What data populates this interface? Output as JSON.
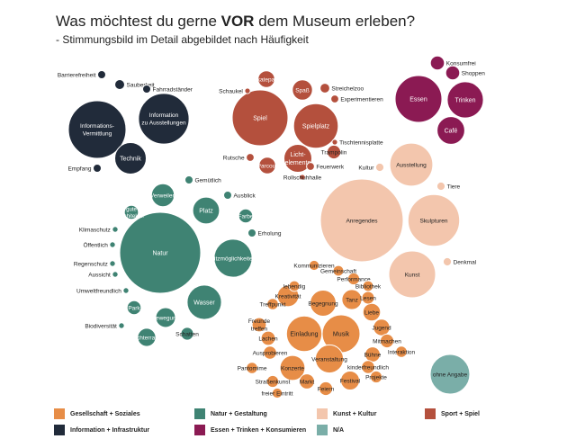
{
  "title": {
    "pre": "Was möchtest du gerne ",
    "strong": "VOR",
    "post": " dem Museum erleben?"
  },
  "subtitle": "- Stimmungsbild im Detail abgebildet nach Häufigkeit",
  "colors": {
    "gesellschaft": "#e78d47",
    "natur": "#3f8373",
    "kunst": "#f3c6ad",
    "sport": "#b4503d",
    "info": "#212b3a",
    "essen": "#8b1a53",
    "na": "#7aaea8"
  },
  "legend": [
    {
      "key": "gesellschaft",
      "label": "Gesellschaft + Soziales"
    },
    {
      "key": "natur",
      "label": "Natur + Gestaltung"
    },
    {
      "key": "kunst",
      "label": "Kunst + Kultur"
    },
    {
      "key": "sport",
      "label": "Sport + Spiel"
    },
    {
      "key": "info",
      "label": "Information + Infrastruktur"
    },
    {
      "key": "essen",
      "label": "Essen + Trinken + Konsumieren"
    },
    {
      "key": "na",
      "label": "N/A"
    }
  ],
  "chart_data": {
    "type": "bubble",
    "title": "Was möchtest du gerne VOR dem Museum erleben?",
    "subtitle": "- Stimmungsbild im Detail abgebildet nach Häufigkeit",
    "series": [
      {
        "name": "Information + Infrastruktur",
        "key": "info",
        "bubbles": [
          {
            "label": "Informations-\nVermittlung",
            "size": 100
          },
          {
            "label": "Information\nzu Ausstellungen",
            "size": 77
          },
          {
            "label": "Technik",
            "size": 30
          },
          {
            "label": "Sauberkeit",
            "size": 3
          },
          {
            "label": "Barrierefreiheit",
            "size": 2
          },
          {
            "label": "Fahrradständer",
            "size": 2
          },
          {
            "label": "Empfang",
            "size": 2
          }
        ]
      },
      {
        "name": "Sport + Spiel",
        "key": "sport",
        "bubbles": [
          {
            "label": "Spiel",
            "size": 100
          },
          {
            "label": "Spielplatz",
            "size": 64
          },
          {
            "label": "Licht-\nelemente",
            "size": 25
          },
          {
            "label": "Spaß",
            "size": 13
          },
          {
            "label": "Skatepark",
            "size": 9
          },
          {
            "label": "Parcour",
            "size": 9
          },
          {
            "label": "Trampolin",
            "size": 6
          },
          {
            "label": "Streichelzoo",
            "size": 3
          },
          {
            "label": "Rutsche",
            "size": 2
          },
          {
            "label": "Feuerwerk",
            "size": 2
          },
          {
            "label": "Experimentieren",
            "size": 2
          },
          {
            "label": "Tischtennisplatte",
            "size": 1
          },
          {
            "label": "Rollschuhhalle",
            "size": 1
          },
          {
            "label": "Schaukel",
            "size": 1
          }
        ]
      },
      {
        "name": "Essen + Trinken + Konsumieren",
        "key": "essen",
        "bubbles": [
          {
            "label": "Essen",
            "size": 100
          },
          {
            "label": "Trinken",
            "size": 60
          },
          {
            "label": "Café",
            "size": 35
          },
          {
            "label": "Konsumfrei",
            "size": 9
          },
          {
            "label": "Shoppen",
            "size": 9
          }
        ]
      },
      {
        "name": "Natur + Gestaltung",
        "key": "natur",
        "bubbles": [
          {
            "label": "Natur",
            "size": 100
          },
          {
            "label": "Sitzmöglichkeiten",
            "size": 22
          },
          {
            "label": "Wasser",
            "size": 18
          },
          {
            "label": "Platz",
            "size": 11
          },
          {
            "label": "Verweilen",
            "size": 8
          },
          {
            "label": "Bewegung",
            "size": 6
          },
          {
            "label": "Dachterrasse",
            "size": 5
          },
          {
            "label": "gute\nArchitektur",
            "size": 3
          },
          {
            "label": "Park",
            "size": 3
          },
          {
            "label": "Farbe",
            "size": 3
          },
          {
            "label": "Schatten",
            "size": 2.5
          },
          {
            "label": "Gemütlich",
            "size": 1
          },
          {
            "label": "Ausblick",
            "size": 1
          },
          {
            "label": "Erholung",
            "size": 1
          },
          {
            "label": "Klimaschutz",
            "size": 0.5
          },
          {
            "label": "Öffentlich",
            "size": 0.5
          },
          {
            "label": "Regenschutz",
            "size": 0.5
          },
          {
            "label": "Aussicht",
            "size": 0.5
          },
          {
            "label": "Umweltfreundlich",
            "size": 0.5
          },
          {
            "label": "Biodiversität",
            "size": 0.5
          }
        ]
      },
      {
        "name": "Kunst + Kultur",
        "key": "kunst",
        "bubbles": [
          {
            "label": "Anregendes",
            "size": 100
          },
          {
            "label": "Skulpturen",
            "size": 39
          },
          {
            "label": "Kunst",
            "size": 32
          },
          {
            "label": "Ausstellung",
            "size": 27
          },
          {
            "label": "Kultur",
            "size": 1
          },
          {
            "label": "Tiere",
            "size": 1
          },
          {
            "label": "Denkmal",
            "size": 1
          }
        ]
      },
      {
        "name": "Gesellschaft + Soziales",
        "key": "gesellschaft",
        "bubbles": [
          {
            "label": "Musik",
            "size": 100
          },
          {
            "label": "Einladung",
            "size": 88
          },
          {
            "label": "Veranstaltung",
            "size": 55
          },
          {
            "label": "Begegnung",
            "size": 48
          },
          {
            "label": "Konzerte",
            "size": 44
          },
          {
            "label": "Kreativität",
            "size": 32
          },
          {
            "label": "Tanz",
            "size": 28
          },
          {
            "label": "Festival",
            "size": 25
          },
          {
            "label": "Liebe",
            "size": 22
          },
          {
            "label": "Jugend",
            "size": 19
          },
          {
            "label": "Markt",
            "size": 16
          },
          {
            "label": "Bühne",
            "size": 16
          },
          {
            "label": "Lachen",
            "size": 14
          },
          {
            "label": "Freunde\ntreffen",
            "size": 14
          },
          {
            "label": "Mitmachen",
            "size": 13
          },
          {
            "label": "Feiern",
            "size": 13
          },
          {
            "label": "kinderfreundlich",
            "size": 12
          },
          {
            "label": "Ausprobieren",
            "size": 12
          },
          {
            "label": "Lesen",
            "size": 11
          },
          {
            "label": "Performance",
            "size": 10
          },
          {
            "label": "Straßenkunst",
            "size": 10
          },
          {
            "label": "Projekte",
            "size": 10
          },
          {
            "label": "Pantomime",
            "size": 9
          },
          {
            "label": "Interaktion",
            "size": 9
          },
          {
            "label": "Treffpunkt",
            "size": 9
          },
          {
            "label": "Gemeinschaft",
            "size": 8
          },
          {
            "label": "lebendig",
            "size": 8
          },
          {
            "label": "Bibliothek",
            "size": 8
          },
          {
            "label": "freier Eintritt",
            "size": 7
          },
          {
            "label": "Kommunizieren",
            "size": 7
          }
        ]
      },
      {
        "name": "N/A",
        "key": "na",
        "bubbles": [
          {
            "label": "ohne Angabe",
            "size": 100
          }
        ]
      }
    ]
  }
}
